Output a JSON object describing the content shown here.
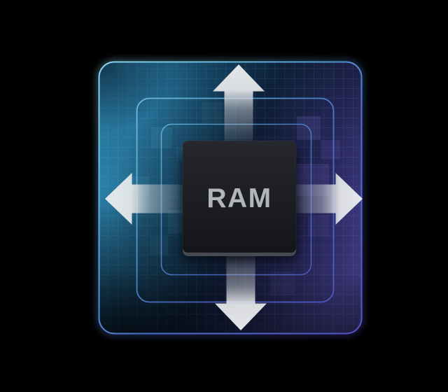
{
  "graphic": {
    "chip": {
      "label": "RAM"
    },
    "arrows": [
      {
        "direction": "up"
      },
      {
        "direction": "left"
      },
      {
        "direction": "right"
      },
      {
        "direction": "down"
      }
    ],
    "frame_count": 3
  },
  "colors": {
    "background": "#000000",
    "frame-cyan": "#93dcf8",
    "frame-blue": "#64b4e0",
    "frame-indigo": "#5a55cf",
    "panel-teal": "#1d5e80",
    "panel-navy": "#0e2038",
    "panel-indigo": "#332f64",
    "arrow-light": "#e9ebed",
    "arrow-dark": "#c9ccd1",
    "chip-body": "#1a1c21",
    "chip-label": "#b2b5ba"
  }
}
